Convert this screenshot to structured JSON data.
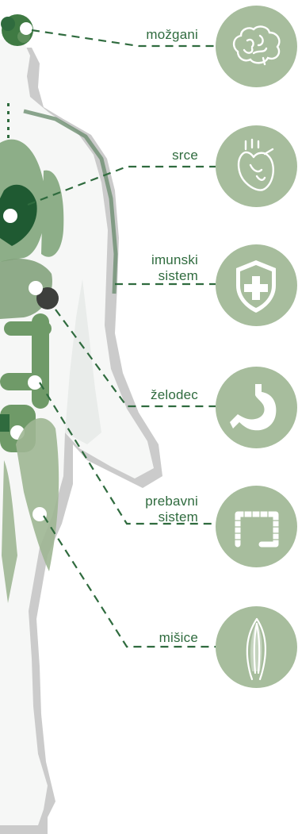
{
  "colors": {
    "accent_green": "#2f6b3e",
    "circle_fill": "#a7bd9d",
    "organ_green": "#5d8f5b",
    "body_white": "#f6f7f6",
    "shadow": "#b9b9b9"
  },
  "organs": [
    {
      "id": "brain",
      "label": "možgani",
      "icon": "brain-icon"
    },
    {
      "id": "heart",
      "label": "srce",
      "icon": "heart-icon"
    },
    {
      "id": "immune",
      "label": "imunski\nsistem",
      "icon": "shield-cross-icon"
    },
    {
      "id": "stomach",
      "label": "želodec",
      "icon": "stomach-icon"
    },
    {
      "id": "digestive",
      "label": "prebavni\nsistem",
      "icon": "intestine-icon"
    },
    {
      "id": "muscles",
      "label": "mišice",
      "icon": "muscle-icon"
    }
  ]
}
